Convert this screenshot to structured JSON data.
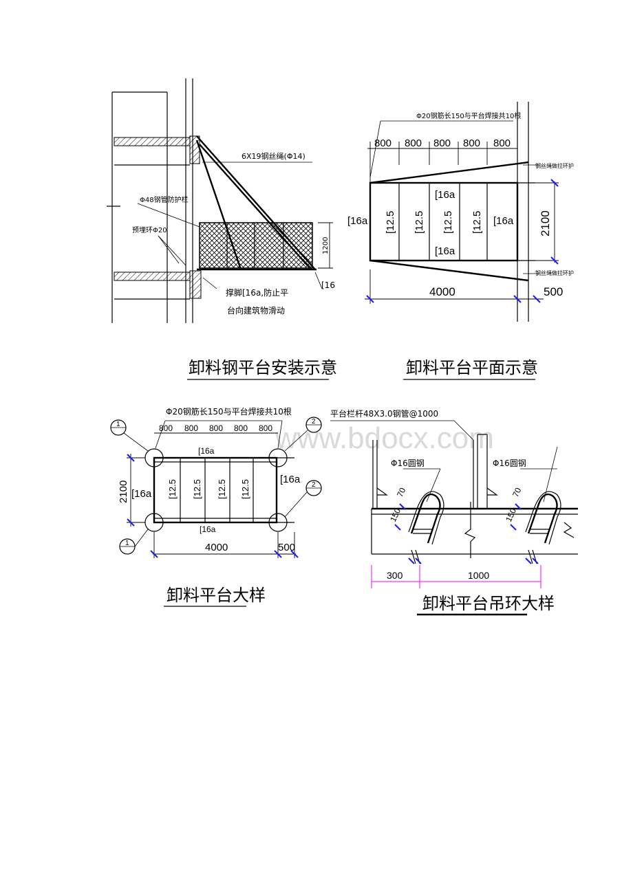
{
  "watermark": "www.bdocx.com",
  "diagrams": {
    "install": {
      "caption": "卸料钢平台安装示意",
      "rope_label": "6X19钢丝绳(Φ14)",
      "rail_label": "Φ48钢管防护栏",
      "ring_label": "预埋环Φ20",
      "height_dim": "1200",
      "beam_tag": "[16",
      "note_line1": "撑脚[16a,防止平",
      "note_line2": "台向建筑物滑动"
    },
    "plan": {
      "caption": "卸料平台平面示意",
      "top_note": "Φ20钢筋长150与平台焊接共10根",
      "spacings": [
        "800",
        "800",
        "800",
        "800",
        "800"
      ],
      "rope_top": "钢丝绳做拉环护",
      "rope_bottom": "钢丝绳做拉环护",
      "left_beam": "[16a",
      "right_beam": "[16a",
      "cells": [
        "[12.5",
        "[12.5",
        "[12.5",
        "[12.5"
      ],
      "mid_top": "[16a",
      "mid_bottom": "[16a",
      "width_dim": "2100",
      "length_dim": "4000",
      "overhang_dim": "500"
    },
    "detail": {
      "caption": "卸料平台大样",
      "top_note": "Φ20钢筋长150与平台焊接共10根",
      "spacings": [
        "800",
        "800",
        "800",
        "800",
        "800"
      ],
      "top_beam": "[16a",
      "bottom_beam": "[16a",
      "left_beam": "[16a",
      "right_beam": "[16a",
      "cells": [
        "[12.5",
        "[12.5",
        "[12.5",
        "[12.5"
      ],
      "width_dim": "2100",
      "length_dim": "4000",
      "overhang_dim": "500",
      "marker_1": "1",
      "marker_2": "2"
    },
    "ring": {
      "caption": "卸料平台吊环大样",
      "rail_note": "平台栏杆48X3.0钢管@1000",
      "steel_left": "Φ16圆钢",
      "steel_right": "Φ16圆钢",
      "dim_70": "70",
      "dim_150": "150",
      "dim_300": "300",
      "dim_1000": "1000"
    }
  }
}
